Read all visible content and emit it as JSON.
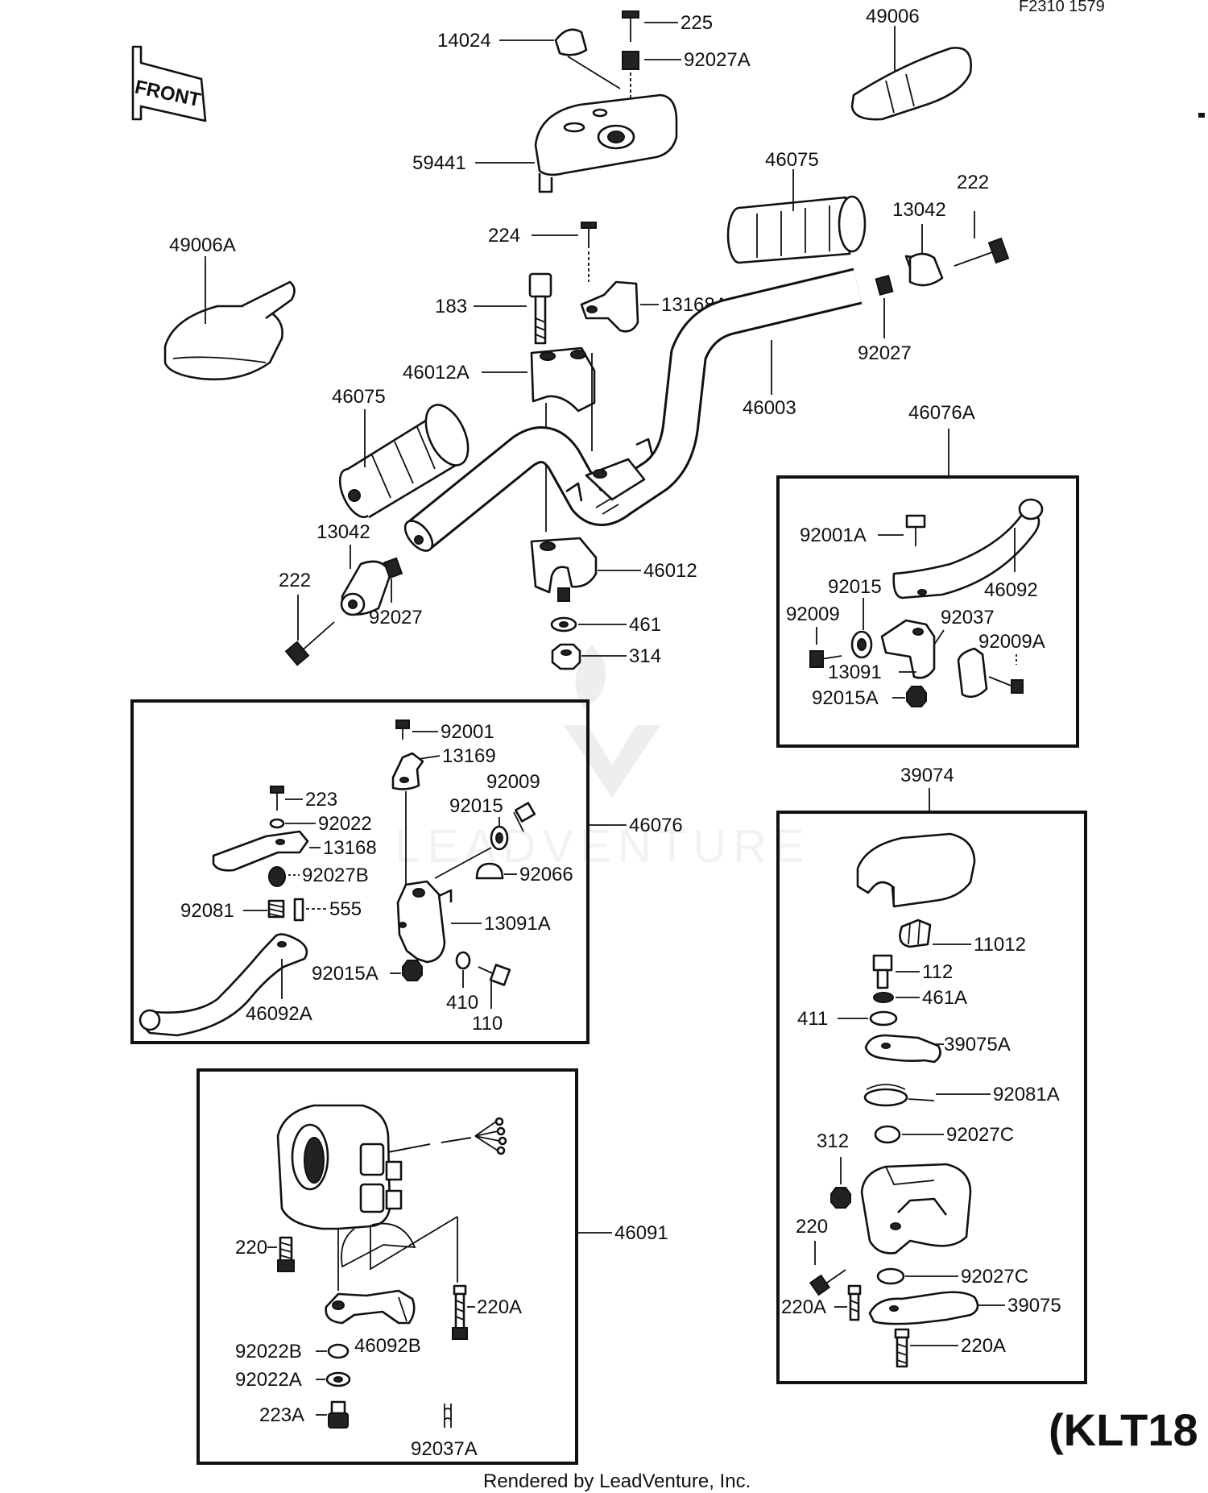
{
  "header_code": "F2310 1579",
  "front_label": "FRONT",
  "watermark": "LEADVENTURE",
  "model_code": "(KLT18",
  "footer": "Rendered by LeadVenture, Inc.",
  "parts": {
    "p14024": "14024",
    "p225": "225",
    "p92027A": "92027A",
    "p49006": "49006",
    "p59441": "59441",
    "p46075a": "46075",
    "p222a": "222",
    "p13042a": "13042",
    "p49006A": "49006A",
    "p224": "224",
    "p183": "183",
    "p13168A": "13168A",
    "p46012A": "46012A",
    "p92027a": "92027",
    "p46003": "46003",
    "p46075b": "46075",
    "p46076A": "46076A",
    "p13042b": "13042",
    "p222b": "222",
    "p92027b": "92027",
    "p46012": "46012",
    "p461": "461",
    "p314": "314",
    "p92001A": "92001A",
    "p92015a": "92015",
    "p46092": "46092",
    "p92009a": "92009",
    "p92037": "92037",
    "p92009A": "92009A",
    "p13091": "13091",
    "p92015Aa": "92015A",
    "p92001": "92001",
    "p13169": "13169",
    "p92009b": "92009",
    "p92015b": "92015",
    "p46076": "46076",
    "p223": "223",
    "p92022": "92022",
    "p13168": "13168",
    "p92027B": "92027B",
    "p92066": "92066",
    "p92081": "92081",
    "p555": "555",
    "p13091A": "13091A",
    "p92015Ab": "92015A",
    "p410": "410",
    "p110": "110",
    "p46092A": "46092A",
    "p39074": "39074",
    "p11012": "11012",
    "p112": "112",
    "p461A": "461A",
    "p411": "411",
    "p39075A": "39075A",
    "p92081A": "92081A",
    "p92027Ca": "92027C",
    "p312": "312",
    "p220a": "220",
    "p92027Cb": "92027C",
    "p220Aa": "220A",
    "p39075": "39075",
    "p220Ab": "220A",
    "p46091": "46091",
    "p220b": "220",
    "p220Ac": "220A",
    "p92022B": "92022B",
    "p46092B": "46092B",
    "p92022A": "92022A",
    "p223A": "223A",
    "p92037A": "92037A"
  }
}
